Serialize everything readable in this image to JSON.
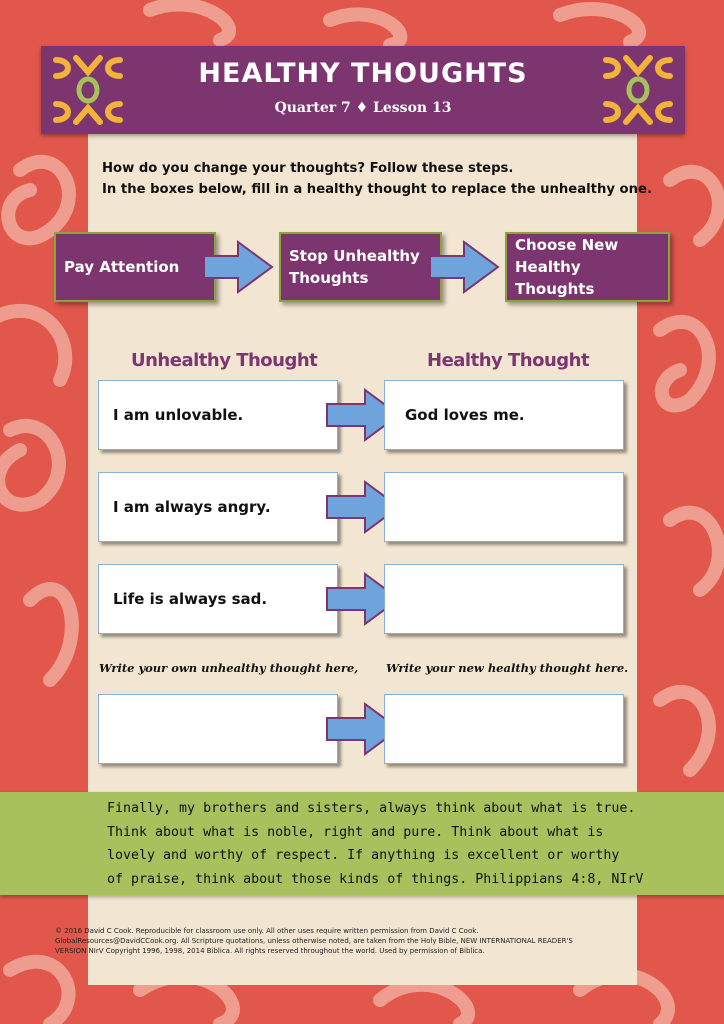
{
  "header": {
    "title": "HEALTHY THOUGHTS",
    "subtitle": "Quarter 7 ♦ Lesson 13"
  },
  "instructions": {
    "line1": "How do you change your thoughts? Follow these steps.",
    "line2": "In the boxes below, fill in a healthy thought to replace the unhealthy one."
  },
  "steps": [
    {
      "label": "Pay Attention"
    },
    {
      "label1": "Stop Unhealthy",
      "label2": "Thoughts"
    },
    {
      "label1": "Choose New",
      "label2": "Healthy Thoughts"
    }
  ],
  "columns": {
    "unhealthy": "Unhealthy Thought",
    "healthy": "Healthy Thought"
  },
  "rows": [
    {
      "unhealthy": "I am unlovable.",
      "healthy": "God loves me."
    },
    {
      "unhealthy": "I am always angry.",
      "healthy": ""
    },
    {
      "unhealthy": "Life is always sad.",
      "healthy": ""
    },
    {
      "unhealthy": "",
      "healthy": ""
    }
  ],
  "prompts": {
    "own_unhealthy": "Write your own unhealthy thought here,",
    "own_healthy": "Write your new healthy thought here."
  },
  "verse": {
    "line1": "Finally, my brothers and sisters, always think about what is true.",
    "line2": "Think about what is noble, right and pure. Think about what is",
    "line3": "lovely and worthy of respect. If anything is excellent or worthy",
    "line4": "of praise, think about those kinds of things. Philippians 4:8, NIrV"
  },
  "legal": {
    "line1": "© 2016 David C Cook. Reproducible for classroom use only. All other uses require written permission from David C Cook.",
    "line2": "GlobalResources@DavidCCook.org.  All Scripture quotations, unless otherwise noted, are taken from the Holy Bible, NEW INTERNATIONAL READER'S",
    "line3": "VERSION   NIrV  Copyright 1996, 1998, 2014 Biblica. All rights reserved throughout the world. Used by permission of Biblica."
  },
  "colors": {
    "background": "#e2574c",
    "purple": "#7d3570",
    "green": "#a7c15c",
    "arrow_blue": "#6fa3dc",
    "page": "#f2e6d2"
  }
}
